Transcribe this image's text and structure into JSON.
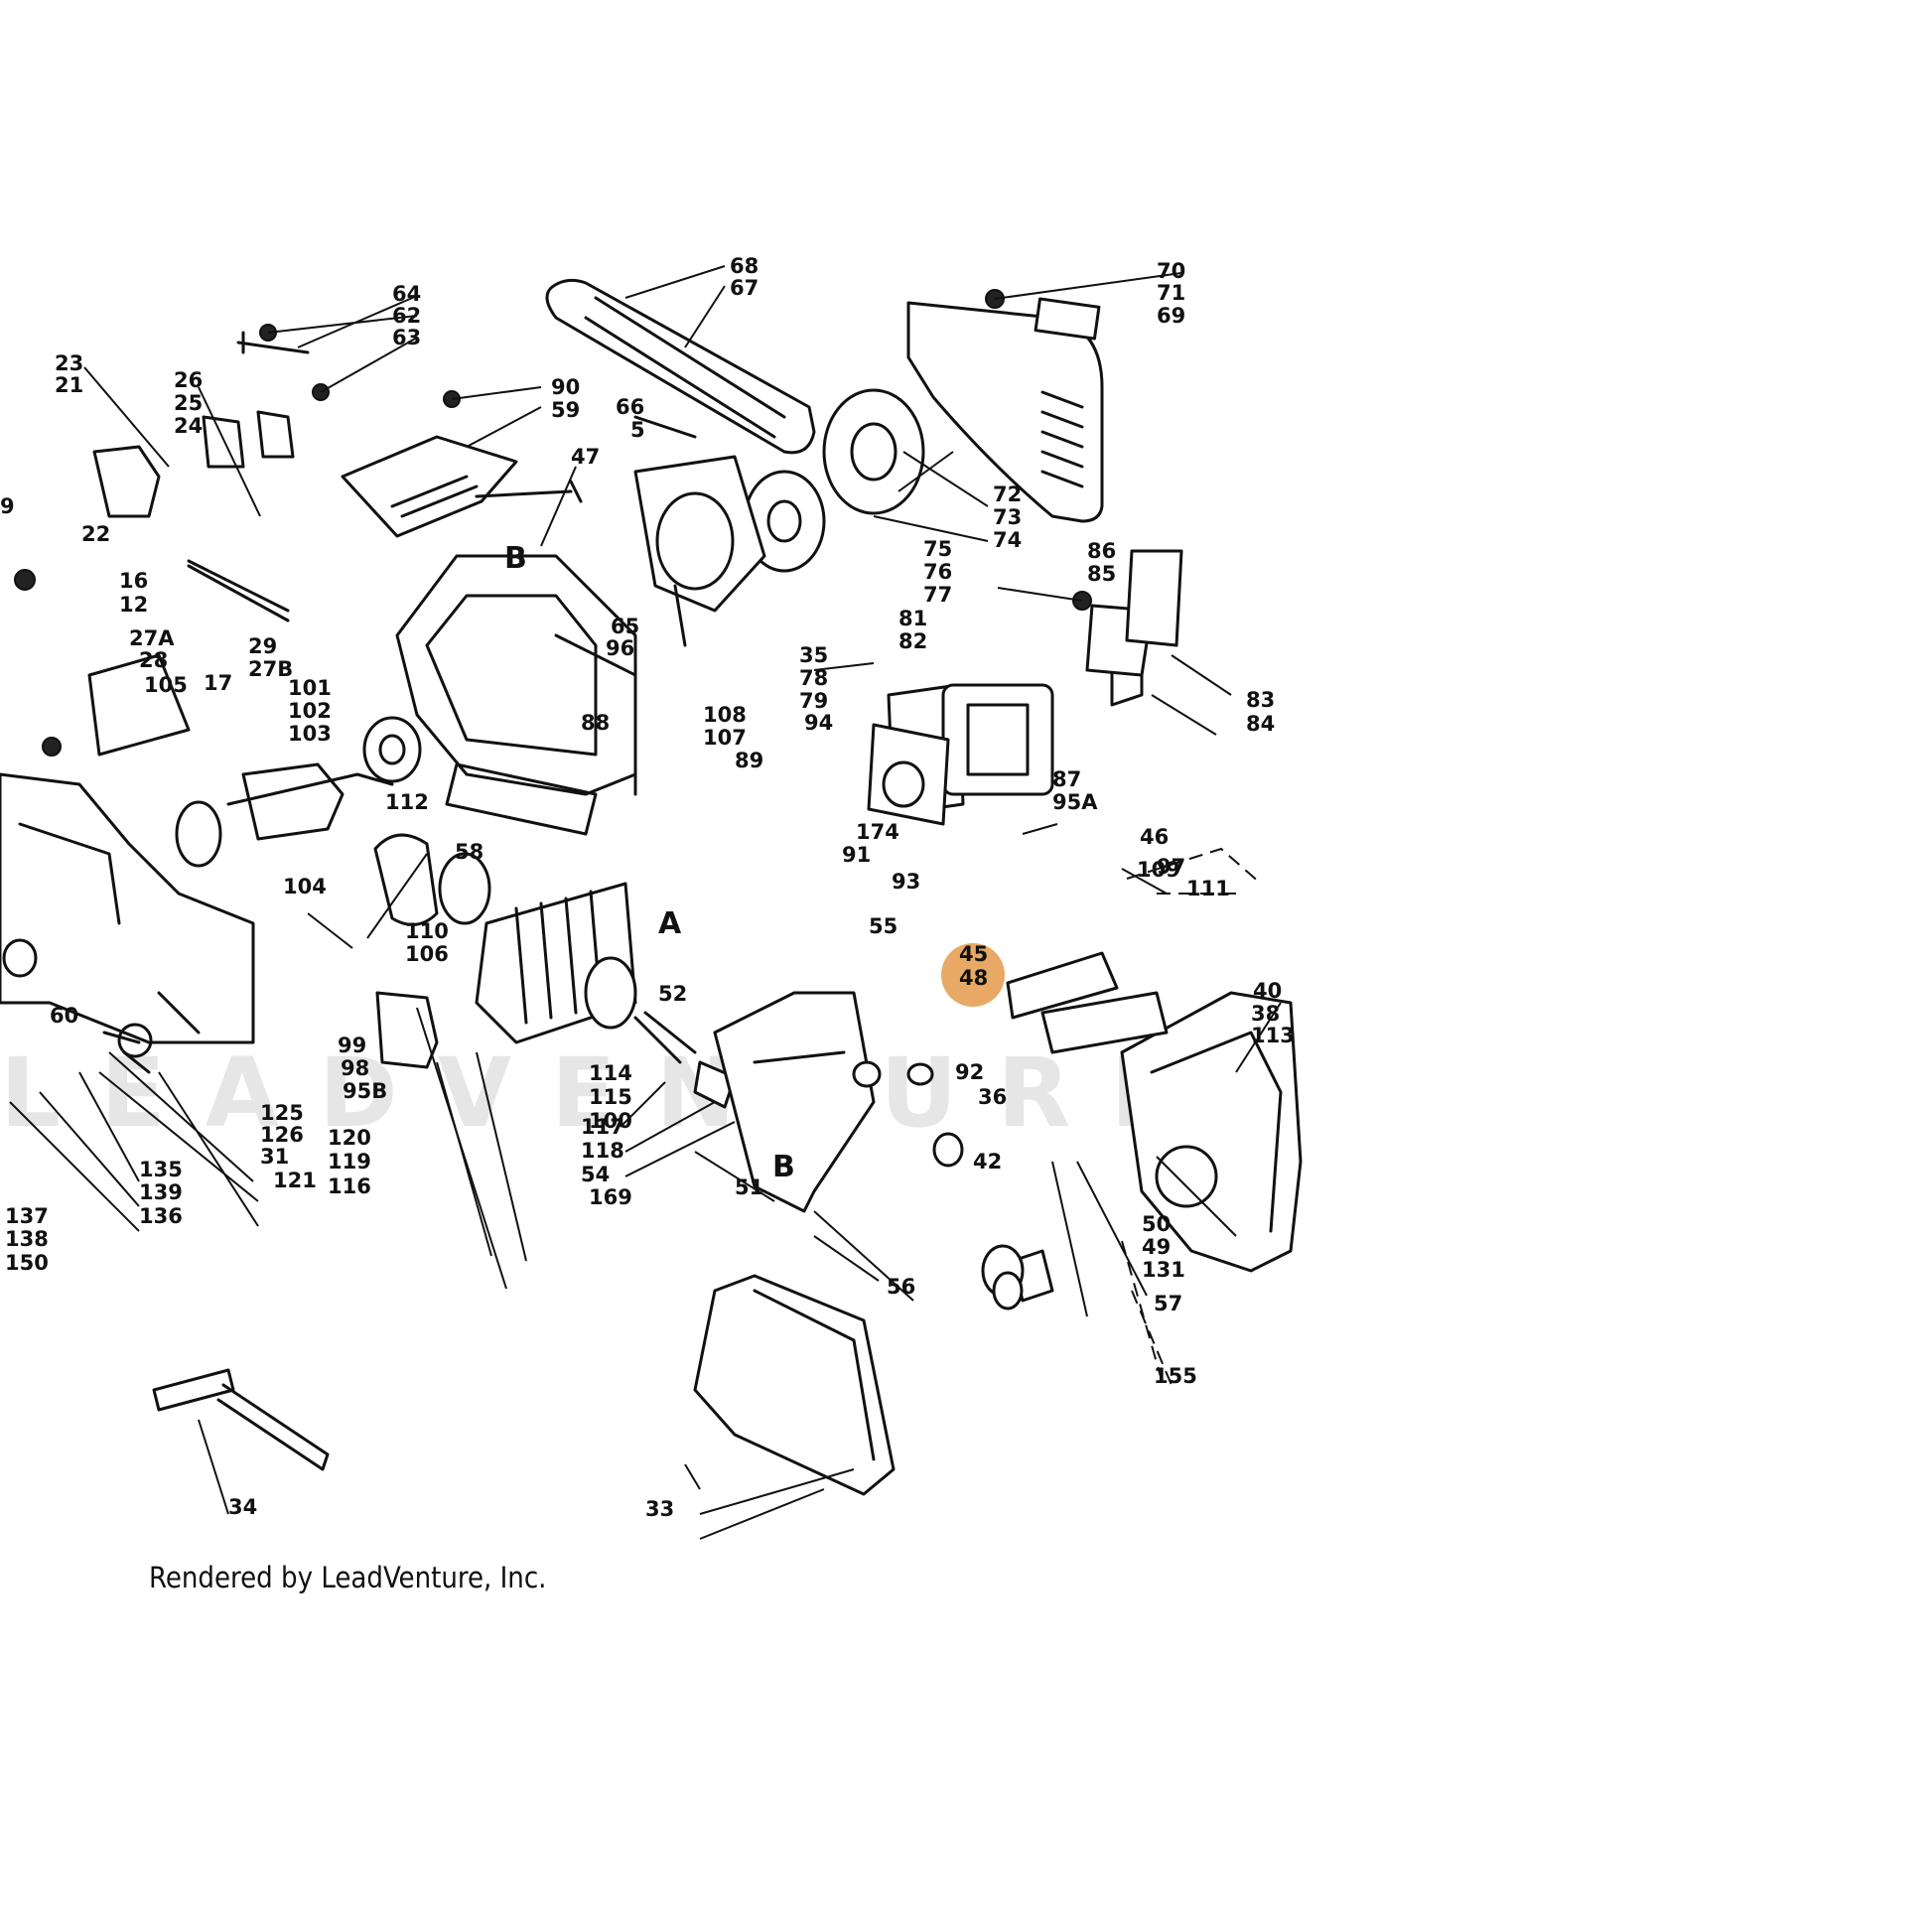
{
  "diagram": {
    "watermark": "LEADVENTURE",
    "credit": "Rendered by LeadVenture, Inc.",
    "highlight_color": "#e39a4a",
    "highlighted_callouts": [
      "45",
      "48"
    ],
    "section_markers": [
      "A",
      "B",
      "B"
    ],
    "callouts": [
      "64",
      "62",
      "63",
      "68",
      "67",
      "70",
      "71",
      "69",
      "23",
      "21",
      "26",
      "25",
      "24",
      "90",
      "59",
      "66",
      "5",
      "47",
      "72",
      "73",
      "74",
      "75",
      "76",
      "77",
      "9",
      "22",
      "16",
      "12",
      "27A",
      "28",
      "29",
      "27B",
      "86",
      "85",
      "65",
      "96",
      "35",
      "78",
      "79",
      "81",
      "82",
      "83",
      "84",
      "17",
      "101",
      "102",
      "103",
      "105",
      "104",
      "108",
      "107",
      "88",
      "94",
      "89",
      "87",
      "95A",
      "97",
      "111",
      "112",
      "58",
      "174",
      "91",
      "93",
      "46",
      "109",
      "110",
      "106",
      "60",
      "55",
      "52",
      "92",
      "36",
      "40",
      "38",
      "113",
      "114",
      "115",
      "100",
      "99",
      "98",
      "95B",
      "125",
      "126",
      "31",
      "121",
      "120",
      "119",
      "116",
      "117",
      "118",
      "54",
      "169",
      "51",
      "42",
      "50",
      "49",
      "131",
      "135",
      "139",
      "136",
      "137",
      "138",
      "150",
      "56",
      "57",
      "155",
      "34",
      "33"
    ]
  }
}
